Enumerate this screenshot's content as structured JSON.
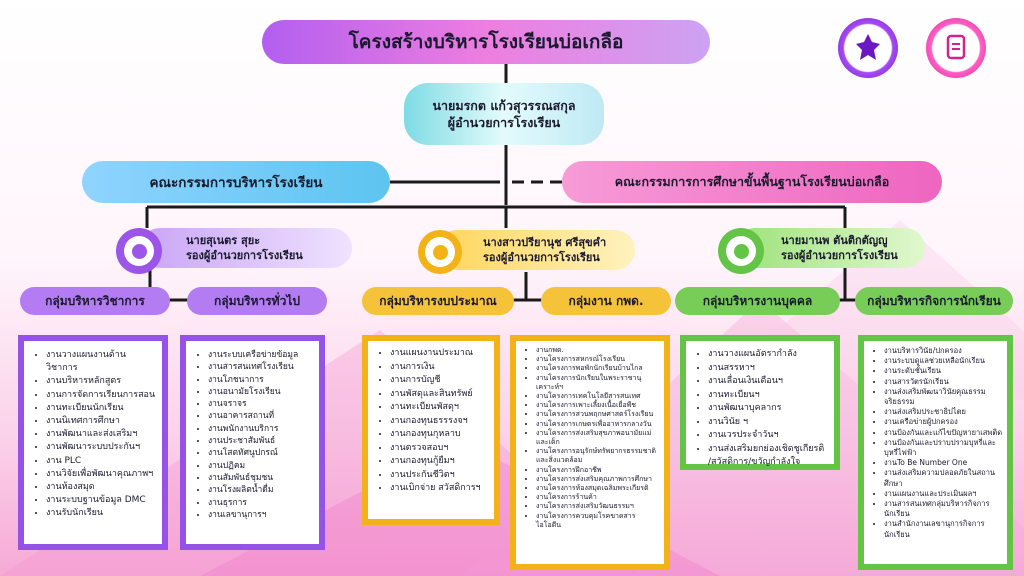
{
  "title": "โครงสร้างบริหารโรงเรียนบ่อเกลือ",
  "director": {
    "name": "นายมรกต  แก้วสุวรรณสกุล",
    "position": "ผู้อำนวยการโรงเรียน"
  },
  "board": "คณะกรรมการบริหารโรงเรียน",
  "basic_board": "คณะกรรมการการศึกษาขั้นพื้นฐานโรงเรียนบ่อเกลือ",
  "deputies": [
    {
      "name": "นายสุเนตร สุยะ",
      "position": "รองผู้อำนวยการโรงเรียน"
    },
    {
      "name": "นางสาวปรียานุช ศรีสุขคำ",
      "position": "รองผู้อำนวยการโรงเรียน"
    },
    {
      "name": "นายมานพ ตันติกตัญญู",
      "position": "รองผู้อำนวยการโรงเรียน"
    }
  ],
  "groups": [
    {
      "label": "กลุ่มบริหารวิชาการ",
      "items": [
        "งานวางแผนงานด้านวิชาการ",
        "งานบริหารหลักสูตร",
        "งานการจัดการเรียนการสอน",
        "งานทะเบียนนักเรียน",
        "งานนิเทศการศึกษา",
        "งานพัฒนาและส่งเสริมฯ",
        "งานพัฒนาระบบประกันฯ",
        "งาน PLC",
        "งานวิจัยเพื่อพัฒนาคุณภาพฯ",
        "งานห้องสมุด",
        "งานระบบฐานข้อมูล DMC",
        "งานรับนักเรียน"
      ]
    },
    {
      "label": "กลุ่มบริหารทั่วไป",
      "items": [
        "งานระบบเครือข่ายข้อมูล",
        "งานสารสนเทศโรงเรียน",
        "งานโภชนาการ",
        "งานอนามัยโรงเรียน",
        "งานจราจร",
        "งานอาคารสถานที่",
        "งานพนักงานบริการ",
        "งานประชาสัมพันธ์",
        "งานโสตทัศนูปกรณ์",
        "งานปฏิคม",
        "งานสัมพันธ์ชุมชน",
        "งานโรงผลิตน้ำดื่ม",
        "งานธุรการ",
        "งานเลขานุการฯ"
      ]
    },
    {
      "label": "กลุ่มบริหารงบประมาณ",
      "items": [
        "งานแผนงานประมาณ",
        "งานการเงิน",
        "งานการบัญชี",
        "งานพัสดุและสินทรัพย์",
        "งานทะเบียนพัสดุฯ",
        "งานกองทุนธรรรงจฯ",
        "งานกองทุนกุหลาบ",
        "งานตรวจสอบฯ",
        "งานกองทุนกู้ยืมฯ",
        "งานประกันชีวิตฯ",
        "งานเบิกจ่าย สวัสดิการฯ"
      ]
    },
    {
      "label": "กลุ่มงาน กพด.",
      "items": [
        "งานกพด.",
        "งานโครงการสหกรณ์โรงเรียน",
        "งานโครงการพอพักนักเรียนบ้านไกล",
        "งานโครงการนักเรียนในพระราชานุเคราะห์ฯ",
        "งานโครงการเทคโนโลยีสารสนเทศ",
        "งานโครงการเพาะเลี้ยงเนื้อเยื่อพืช",
        "งานโครงการสวนพฤกษศาสตร์โรงเรียน",
        "งานโครงการเกษตรเพื่ออาหารกลางวัน",
        "งานโครงการส่งเสริมสุขภาพอนามัยแม่และเด็ก",
        "งานโครงการอนุรักษ์ทรัพยากรธรรมชาติและสิ่งแวดล้อม",
        "งานโครงการฝึกอาชีพ",
        "งานโครงการส่งเสริมคุณภาพการศึกษา",
        "งานโครงการห้องสมุดเฉลิมพระเกียรติ",
        "งานโครงการร้านค้า",
        "งานโครงการส่งเสริมวัฒนธรรมฯ",
        "งานโครงการควบคุมโรคขาดสารไอโอดีน"
      ]
    },
    {
      "label": "กลุ่มบริหารงานบุคคล",
      "items": [
        "งานวางแผนอัตรากำลัง",
        "งานสรรหาฯ",
        "งานเลื่อนเงินเดือนฯ",
        "งานทะเบียนฯ",
        "งานพัฒนาบุคลากร",
        "งานวินัย ฯ",
        "งานเวรประจำวันฯ",
        "งานส่งเสริมยกย่องเชิดชูเกียรติ /สวัสดิการ/ขวัญกำลังใจ"
      ]
    },
    {
      "label": "กลุ่มบริหารกิจการนักเรียน",
      "items": [
        "งานบริหารวินัย/ปกครอง",
        "งานระบบดูแลช่วยเหลือนักเรียน",
        "งานระดับชั้นเรียน",
        "งานสารวัตรนักเรียน",
        "งานส่งเสริมพัฒนาวินัยคุณธรรมจริยธรรม",
        "งานส่งเสริมประชาธิปไตย",
        "งานเครือข่ายผู้ปกครอง",
        "งานป้องกันและแก้ไขปัญหายาเสพติด",
        "งานป้องกันและปราบปรามบุหรี่และบุหรี่ไฟฟ้า",
        "งานTo Be Number One",
        "งานส่งเสริมความปลอดภัยในสถานศึกษา",
        "งานแผนงานและประเมินผลฯ",
        "งานสารสนเทศกลุ่มบริหารกิจการนักเรียน",
        "งานสำนักงานเลขานุการกิจการนักเรียน"
      ]
    }
  ],
  "colors": {
    "purple": "#9552e6",
    "yellow": "#f3b318",
    "green": "#64c445"
  },
  "logos": [
    "school-emblem-icon",
    "school-seal-icon"
  ]
}
